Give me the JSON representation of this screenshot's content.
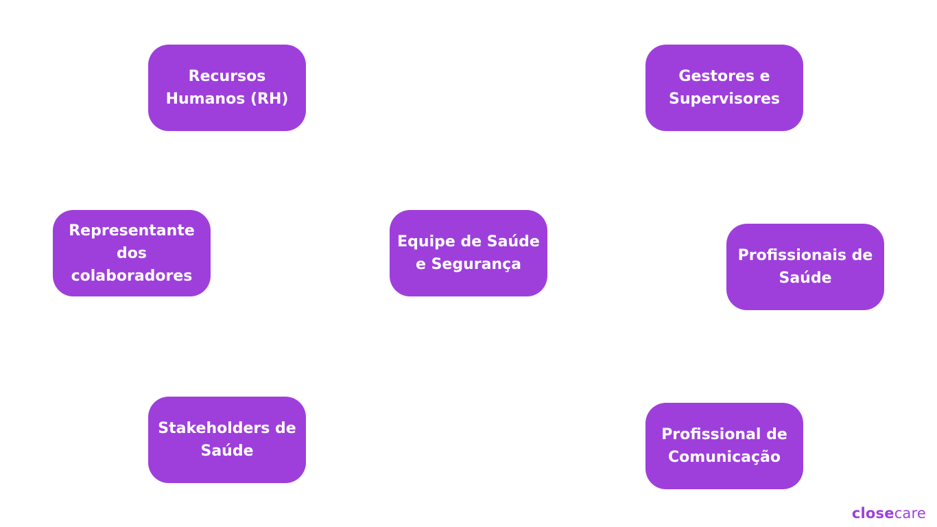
{
  "colors": {
    "node_fill": "#9e3fdc",
    "node_text": "#ffffff",
    "logo": "#9e3fdc"
  },
  "nodes": {
    "recursos_humanos": "Recursos Humanos (RH)",
    "gestores": "Gestores e Supervisores",
    "representante": "Representante dos colaboradores",
    "equipe": "Equipe de Saúde e Segurança",
    "profissionais_saude": "Profissionais de Saúde",
    "stakeholders": "Stakeholders de Saúde",
    "comunicacao": "Profissional de Comunicação"
  },
  "logo": {
    "part1": "close",
    "part2": "care"
  }
}
